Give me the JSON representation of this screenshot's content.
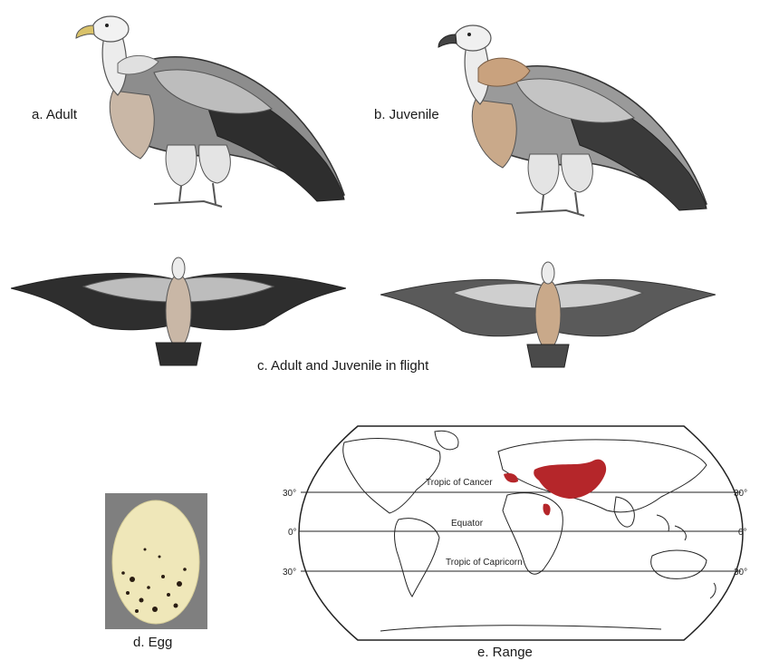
{
  "captions": {
    "adult": "a. Adult",
    "juvenile": "b. Juvenile",
    "flight": "c. Adult and Juvenile in flight",
    "egg": "d. Egg",
    "range": "e. Range"
  },
  "map": {
    "tropic_cancer": "Tropic of Cancer",
    "equator": "Equator",
    "tropic_capricorn": "Tropic of Capricorn",
    "lat_30": "30°",
    "lat_0": "0°",
    "range_color": "#b5262a"
  },
  "colors": {
    "feather_dark": "#2e2e2e",
    "feather_mid": "#8d8d8d",
    "feather_light": "#d6d6d6",
    "body_buff": "#c9b7a6",
    "juvenile_ruff": "#c9a27e",
    "egg_bg": "#7f7f7f",
    "egg_shell": "#efe7b9"
  }
}
